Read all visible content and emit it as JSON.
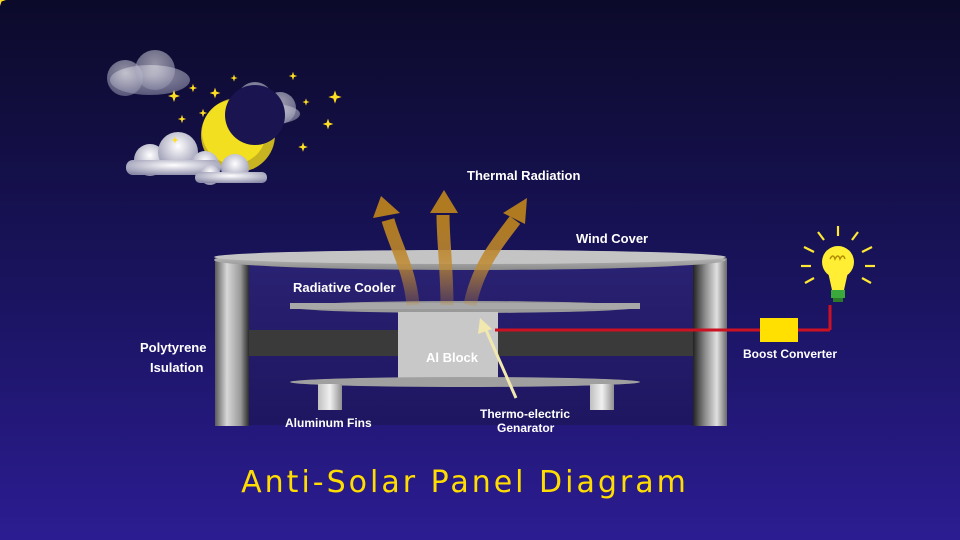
{
  "title": "Anti-Solar Panel Diagram",
  "labels": {
    "thermal_radiation": "Thermal Radiation",
    "wind_cover": "Wind Cover",
    "radiative_cooler": "Radiative Cooler",
    "polystyrene_line1": "Polytyrene",
    "polystyrene_line2": "Isulation",
    "al_block": "Al Block",
    "thermo_line1": "Thermo-electric",
    "thermo_line2": "Genarator",
    "aluminum_fins": "Aluminum Fins",
    "boost_converter": "Boost Converter"
  },
  "colors": {
    "background_top": "#0d0a2e",
    "background_bottom": "#2a1a8a",
    "title": "#ffdd00",
    "arrow": "#c08a30",
    "wire": "#cc1122",
    "converter": "#ffe000",
    "bulb": "#ffee33",
    "moon": "#f2e020"
  },
  "icons": [
    "moon-icon",
    "star-icon",
    "cloud-icon",
    "light-bulb-icon"
  ]
}
